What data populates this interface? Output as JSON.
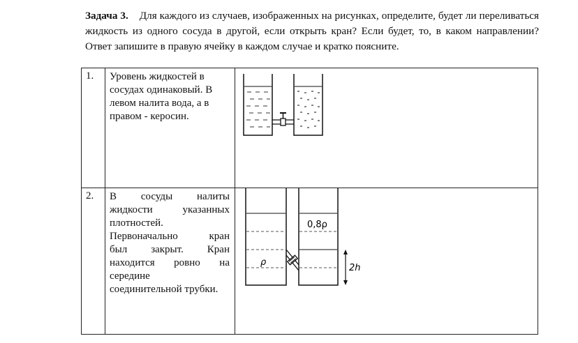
{
  "task": {
    "title": "Задача 3.",
    "text": "Для каждого из случаев, изображенных на рисунках, определите, будет ли переливаться жидкость из одного сосуда в другой, если открыть кран? Если будет, то, в каком направлении? Ответ запишите в правую ячейку в каждом случае и кратко поясните."
  },
  "rows": [
    {
      "number": "1.",
      "lines": [
        "Уровень жидкостей в",
        "сосудах одинаковый. В",
        "левом налита вода, а в",
        "правом  - керосин."
      ]
    },
    {
      "number": "2.",
      "lines_justified": [
        "В сосуды налиты",
        "жидкости указанных"
      ],
      "lines": [
        "плотностей."
      ],
      "lines_justified_2": [
        "Первоначально кран",
        "был закрыт. Кран",
        "находится ровно на"
      ],
      "lines_end": [
        "середине",
        "соединительной трубки."
      ],
      "figure": {
        "right_density": "0,8ρ",
        "left_density": "ρ",
        "height_label": "2h"
      }
    }
  ]
}
